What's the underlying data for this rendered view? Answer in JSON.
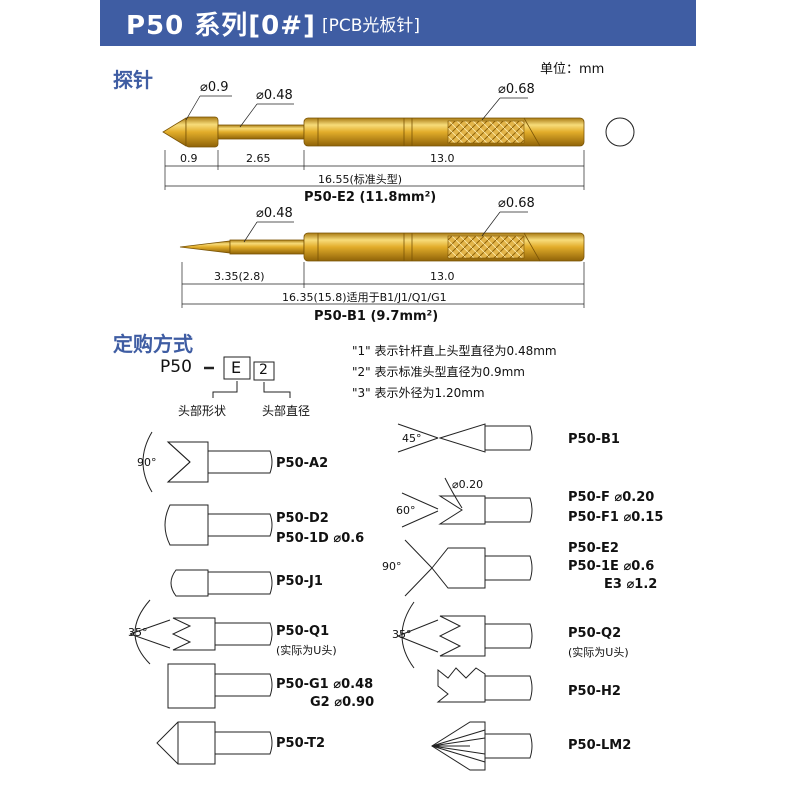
{
  "header": {
    "title": "P50 系列[0#]",
    "subtitle": "[PCB光板针]"
  },
  "sections": {
    "probe": "探针",
    "order": "定购方式"
  },
  "unit": "单位：mm",
  "probe1": {
    "dim_tip": "⌀0.9",
    "dim_shaft": "⌀0.48",
    "dim_barrel": "⌀0.68",
    "len_a": "0.9",
    "len_b": "2.65",
    "len_c": "13.0",
    "total": "16.55(标准头型)",
    "name": "P50-E2 (11.8mm²)"
  },
  "probe2": {
    "dim_shaft": "⌀0.48",
    "dim_barrel": "⌀0.68",
    "len_a": "3.35(2.8)",
    "len_c": "13.0",
    "total": "16.35(15.8)适用于B1/J1/Q1/G1",
    "name": "P50-B1  (9.7mm²)"
  },
  "order": {
    "prefix": "P50",
    "code_shape": "E",
    "code_dia": "2",
    "label_shape": "头部形状",
    "label_dia": "头部直径",
    "notes": [
      "\"1\" 表示针杆直上头型直径为0.48mm",
      "\"2\" 表示标准头型直径为0.9mm",
      "\"3\" 表示外径为1.20mm"
    ]
  },
  "heads_left": [
    {
      "name": "P50-A2",
      "angle": "90°"
    },
    {
      "name": "P50-D2",
      "extra": "P50-1D  ⌀0.6"
    },
    {
      "name": "P50-J1"
    },
    {
      "name": "P50-Q1",
      "note": "(实际为U头)",
      "angle": "35°"
    },
    {
      "name": "P50-G1  ⌀0.48",
      "extra": "G2  ⌀0.90"
    },
    {
      "name": "P50-T2"
    }
  ],
  "heads_right": [
    {
      "name": "P50-B1",
      "angle": "45°"
    },
    {
      "name": "P50-F   ⌀0.20",
      "extra": "P50-F1  ⌀0.15",
      "angle": "60°",
      "tip": "⌀0.20"
    },
    {
      "name": "P50-E2",
      "extra": "P50-1E   ⌀0.6",
      "extra2": "E3  ⌀1.2",
      "angle": "90°"
    },
    {
      "name": "P50-Q2",
      "note": "(实际为U头)",
      "angle": "35°"
    },
    {
      "name": "P50-H2"
    },
    {
      "name": "P50-LM2"
    }
  ],
  "colors": {
    "banner": "#3f5da3",
    "gold": "#d9a21e",
    "gold_dark": "#a87912",
    "gold_light": "#f7dc7a"
  }
}
